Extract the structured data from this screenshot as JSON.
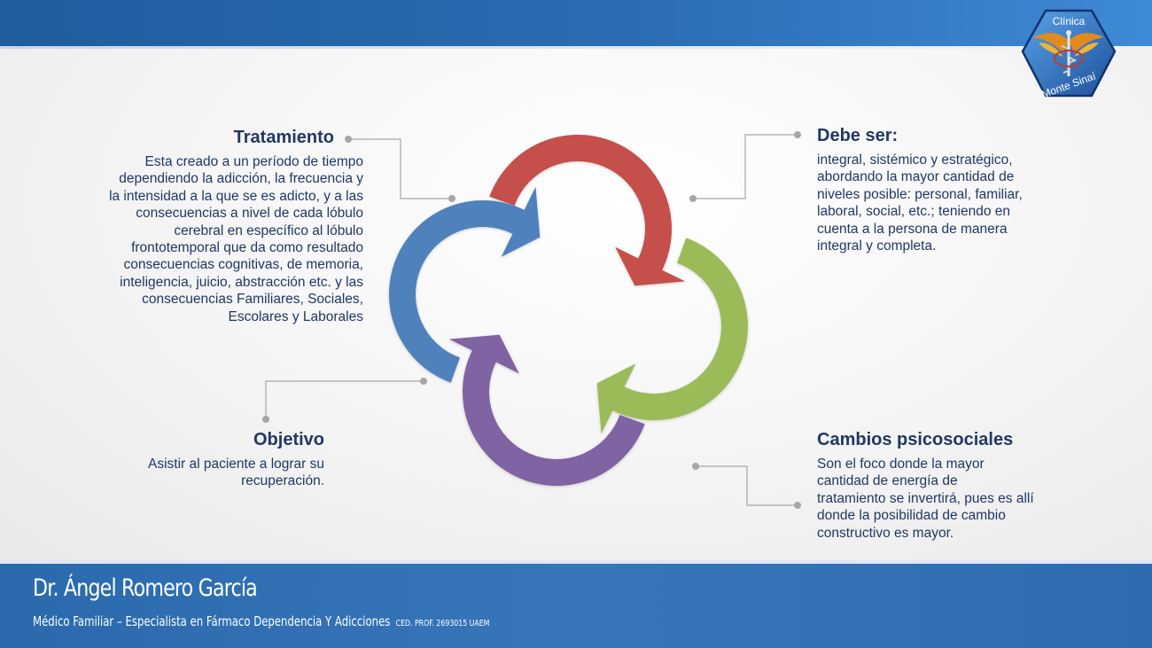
{
  "footer": {
    "doctor_name": "Dr. Ángel Romero García",
    "specialty": "Médico Familiar – Especialista en Fármaco Dependencia Y Adicciones",
    "credential": "CED. PROF. 2693015 UAEM"
  },
  "logo": {
    "line1": "Clínica",
    "line2": "Monte Sinaí"
  },
  "blocks": {
    "tratamiento": {
      "heading": "Tratamiento",
      "lines": [
        "Esta creado a un período de tiempo",
        "dependiendo la adicción, la frecuencia y",
        "la intensidad a la que se es adicto, y a las",
        "consecuencias a nivel de cada lóbulo",
        "cerebral en específico al lóbulo",
        "frontotemporal que da como resultado",
        "consecuencias cognitivas, de memoria,",
        "inteligencia, juicio, abstracción etc. y las",
        "consecuencias Familiares, Sociales,",
        "Escolares y Laborales"
      ]
    },
    "objetivo": {
      "heading": "Objetivo",
      "lines": [
        "Asistir al paciente a lograr su",
        "recuperación."
      ]
    },
    "debe_ser": {
      "heading": "Debe ser:",
      "lines": [
        "integral, sistémico y estratégico,",
        "abordando la mayor cantidad de",
        "niveles posible: personal, familiar,",
        "laboral, social, etc.; teniendo en",
        "cuenta a la persona de manera",
        "integral y completa."
      ]
    },
    "cambios": {
      "heading": "Cambios psicosociales",
      "lines": [
        "Son el foco donde la mayor",
        "cantidad de energía de",
        "tratamiento se invertirá, pues es allí",
        "donde la posibilidad de cambio",
        "constructivo es mayor."
      ]
    }
  },
  "colors": {
    "red_arrow": "#c44f4c",
    "green_arrow": "#9bbb59",
    "blue_arrow": "#4f81bd",
    "purple_arrow": "#8064a2",
    "text": "#1f3864",
    "connector": "#a6a6a6"
  }
}
